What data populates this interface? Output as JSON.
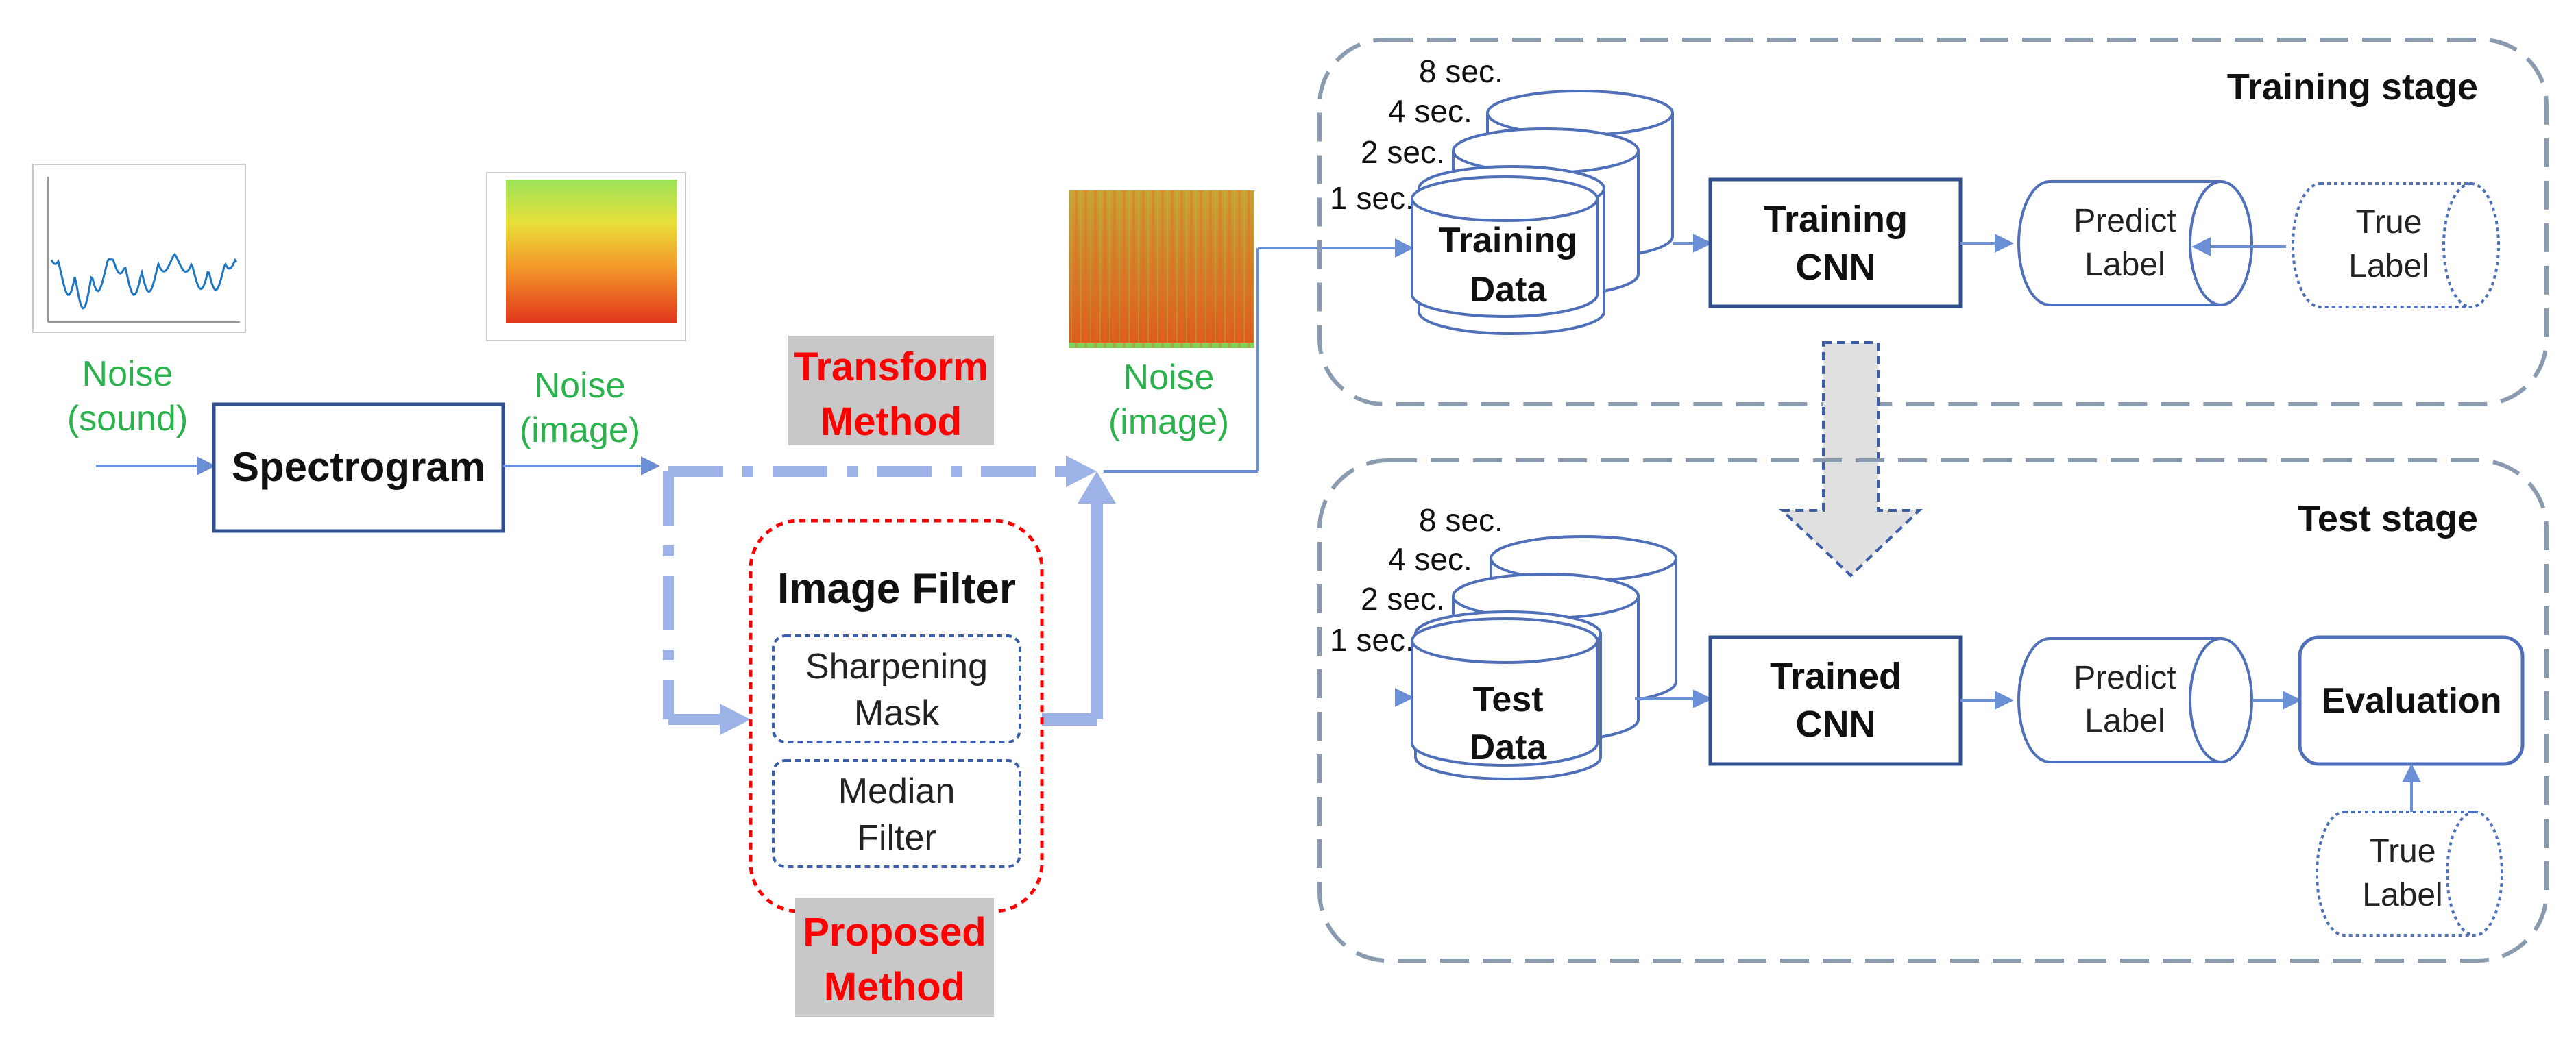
{
  "colors": {
    "arrow": "#6b8fd4",
    "thick_arrow": "#9db3e8",
    "box_stroke": "#3b5ea8",
    "stage_stroke": "#8a9bb0",
    "green_text": "#2bb24c",
    "red_text": "#ff0000",
    "red_border": "#ff0000",
    "highlight_bg": "#c8c8c8",
    "gray_arrow": "#e0e0e0"
  },
  "input": {
    "label_line1": "Noise",
    "label_line2": "(sound)"
  },
  "spectrogram_box": {
    "label": "Spectrogram"
  },
  "image_noise_1": {
    "line1": "Noise",
    "line2": "(image)"
  },
  "image_noise_2": {
    "line1": "Noise",
    "line2": "(image)"
  },
  "transform_method": {
    "line1": "Transform",
    "line2": "Method"
  },
  "image_filter": {
    "title": "Image Filter",
    "filters": [
      {
        "line1": "Sharpening",
        "line2": "Mask"
      },
      {
        "line1": "Median",
        "line2": "Filter"
      }
    ]
  },
  "proposed_method": {
    "line1": "Proposed",
    "line2": "Method"
  },
  "training_stage": {
    "title": "Training stage",
    "durations": [
      "8 sec.",
      "4 sec.",
      "2 sec.",
      "1 sec."
    ],
    "data_line1": "Training",
    "data_line2": "Data",
    "cnn_line1": "Training",
    "cnn_line2": "CNN",
    "predict_line1": "Predict",
    "predict_line2": "Label",
    "true_line1": "True",
    "true_line2": "Label"
  },
  "test_stage": {
    "title": "Test stage",
    "durations": [
      "8 sec.",
      "4 sec.",
      "2 sec.",
      "1 sec."
    ],
    "data_line1": "Test",
    "data_line2": "Data",
    "cnn_line1": "Trained",
    "cnn_line2": "CNN",
    "predict_line1": "Predict",
    "predict_line2": "Label",
    "evaluation": "Evaluation",
    "true_line1": "True",
    "true_line2": "Label"
  }
}
